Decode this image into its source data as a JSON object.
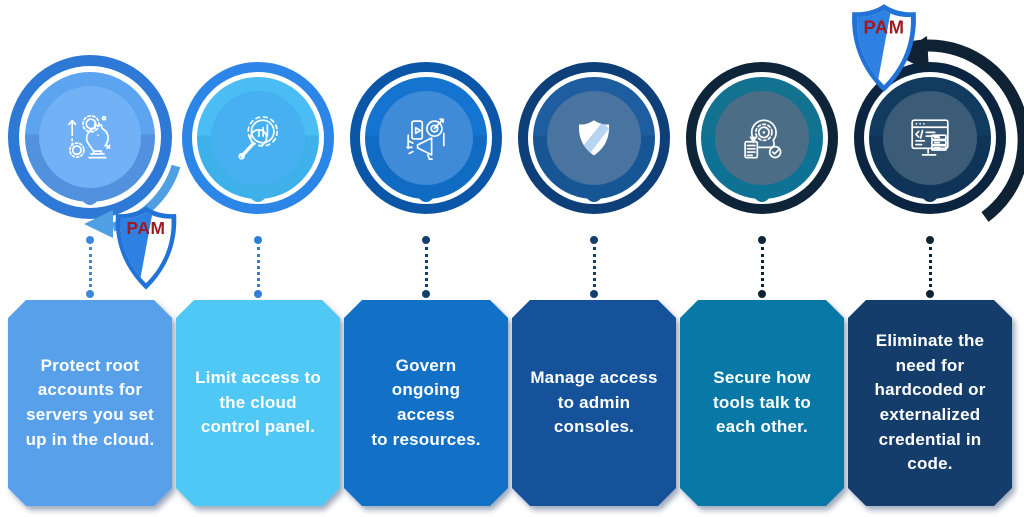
{
  "pam_badge": {
    "label": "PAM",
    "text_color": "#9e1a22",
    "text_outline": "#5f0d12",
    "border_color": "#2273d8",
    "fill_left": "#2e80e2",
    "fill_right": "#ffffff"
  },
  "arrows": {
    "left_arrow_color": "#4f9fe2",
    "right_arrow_color": "#0e2233"
  },
  "stations": [
    {
      "icon": "strategy-chess-knight-icon",
      "ring": "#2e79d6",
      "disc_top": "#5ca4f0",
      "disc_bottom": "#5191dd",
      "inner": "#72b1f6",
      "connector": "#3b87dc",
      "box": "#58a0ea",
      "box_text": "Protect root\naccounts for\nservers you set\nup in the cloud."
    },
    {
      "icon": "gear-wrench-analytics-icon",
      "ring": "#2c86e8",
      "disc_top": "#4abdf5",
      "disc_bottom": "#3fb1ea",
      "inner": "#47b0f0",
      "connector": "#2e7fd8",
      "box": "#4fc8f6",
      "box_text": "Limit access to\nthe cloud\ncontrol panel."
    },
    {
      "icon": "campaign-target-megaphone-icon",
      "ring": "#0c56a8",
      "disc_top": "#1474d0",
      "disc_bottom": "#0f6cc2",
      "inner": "#3f8bd8",
      "connector": "#12406e",
      "box": "#1270c6",
      "box_text": "Govern\nongoing\naccess\nto resources."
    },
    {
      "icon": "shield-icon",
      "ring": "#0e3f78",
      "disc_top": "#1d5da0",
      "disc_bottom": "#175694",
      "inner": "#49749f",
      "connector": "#12406e",
      "box": "#15529a",
      "box_text": "Manage access\nto admin\nconsoles."
    },
    {
      "icon": "agile-cycle-checklist-icon",
      "ring": "#0e2438",
      "disc_top": "#147291",
      "disc_bottom": "#0e7295",
      "inner": "#4c6d86",
      "connector": "#0d2438",
      "box": "#0879a6",
      "box_text": "Secure how\ntools talk to\neach other."
    },
    {
      "icon": "code-browser-server-icon",
      "ring": "#0b2540",
      "disc_top": "#123b60",
      "disc_bottom": "#0f3457",
      "inner": "#3b5b77",
      "connector": "#0d2438",
      "box": "#153d6b",
      "box_text": "Eliminate the\nneed for\nhardcoded or\nexternalized\ncredential in\ncode."
    }
  ]
}
